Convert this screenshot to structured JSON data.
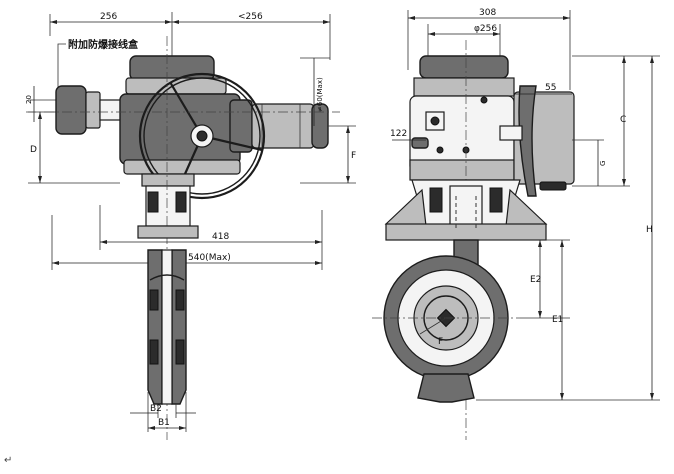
{
  "left_view": {
    "dim_top_left": "256",
    "dim_top_right": "<256",
    "junction_box_label": "附加防爆接线盒",
    "dim_left_small": "20",
    "dim_left_D": "D",
    "dim_height_max": "≠60(Max)",
    "dim_F": "F",
    "dim_418": "418",
    "dim_540": "540(Max)",
    "dim_B2": "B2",
    "dim_B1": "B1"
  },
  "right_view": {
    "dim_308": "308",
    "dim_256": "φ256",
    "dim_55": "55",
    "dim_122": "122",
    "dim_C": "C",
    "dim_G": "G",
    "dim_H": "H",
    "dim_E2": "E2",
    "dim_E1": "E1",
    "label_F": "F"
  },
  "footnote": "↵"
}
